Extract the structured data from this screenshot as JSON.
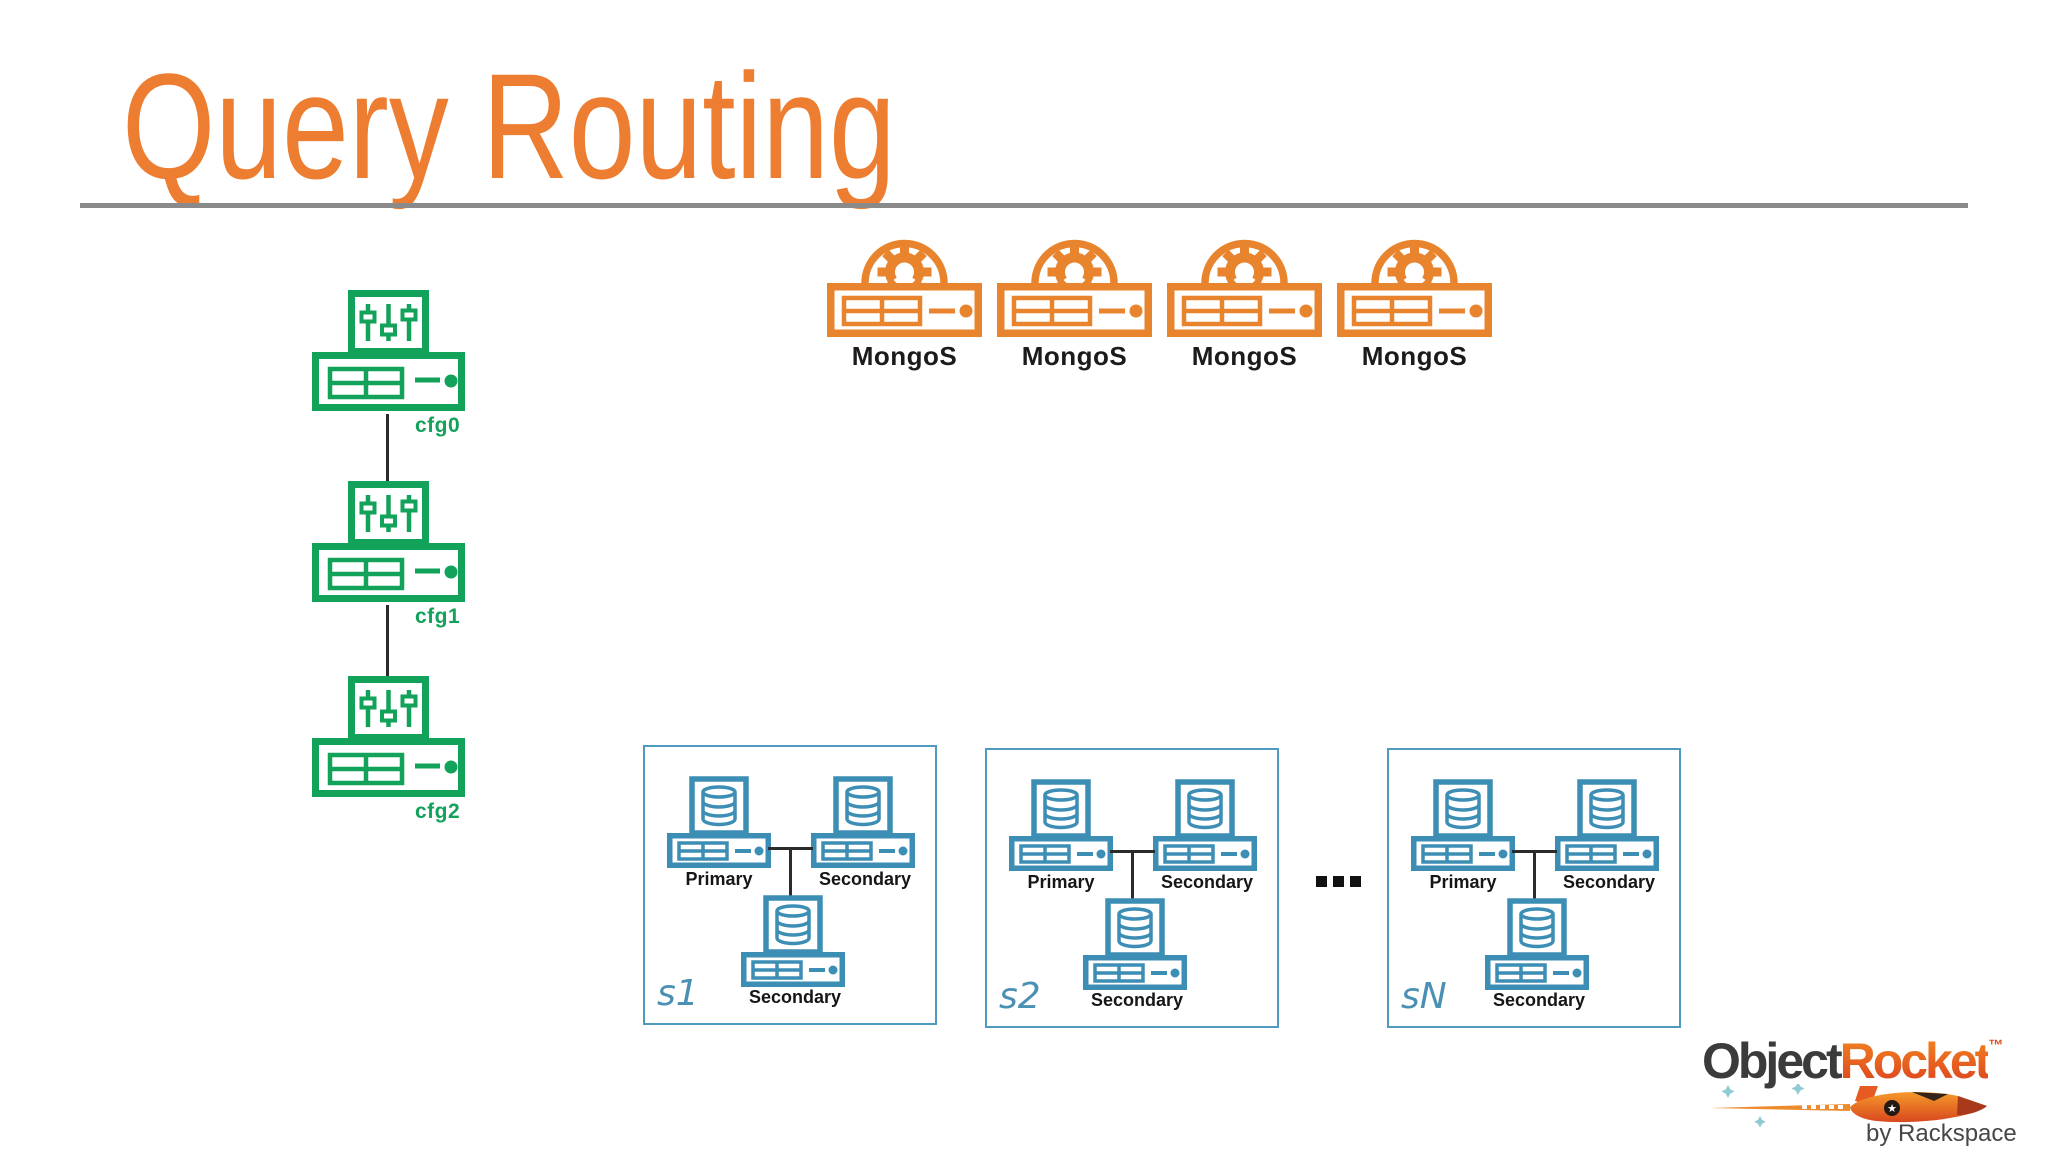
{
  "title": "Query Routing",
  "config_servers": {
    "items": [
      {
        "label": "cfg0"
      },
      {
        "label": "cfg1"
      },
      {
        "label": "cfg2"
      }
    ]
  },
  "routers": {
    "items": [
      {
        "label": "MongoS"
      },
      {
        "label": "MongoS"
      },
      {
        "label": "MongoS"
      },
      {
        "label": "MongoS"
      }
    ]
  },
  "shards": {
    "ellipsis": "...",
    "items": [
      {
        "id": "s1",
        "nodes": [
          {
            "role": "Primary"
          },
          {
            "role": "Secondary"
          },
          {
            "role": "Secondary"
          }
        ]
      },
      {
        "id": "s2",
        "nodes": [
          {
            "role": "Primary"
          },
          {
            "role": "Secondary"
          },
          {
            "role": "Secondary"
          }
        ]
      },
      {
        "id": "sN",
        "nodes": [
          {
            "role": "Primary"
          },
          {
            "role": "Secondary"
          },
          {
            "role": "Secondary"
          }
        ]
      }
    ]
  },
  "logo": {
    "brand_black": "Object",
    "brand_orange": "Rocket",
    "trademark": "™",
    "tagline": "by Rackspace"
  },
  "colors": {
    "title_orange": "#ED7D31",
    "router_orange": "#E8842D",
    "config_green": "#12A259",
    "node_blue": "#3D8EB5",
    "shard_border": "#4F9ABF",
    "shard_id_blue": "#4a90b5",
    "divider_gray": "#8A8A8A",
    "connector_black": "#2B2B2B",
    "label_black": "#1B1B1B",
    "logo_charcoal": "#3B3B3C",
    "logo_gradient_top": "#F28A20",
    "logo_gradient_bottom": "#DC3E1F",
    "logo_star_teal": "#8FCBD3"
  }
}
